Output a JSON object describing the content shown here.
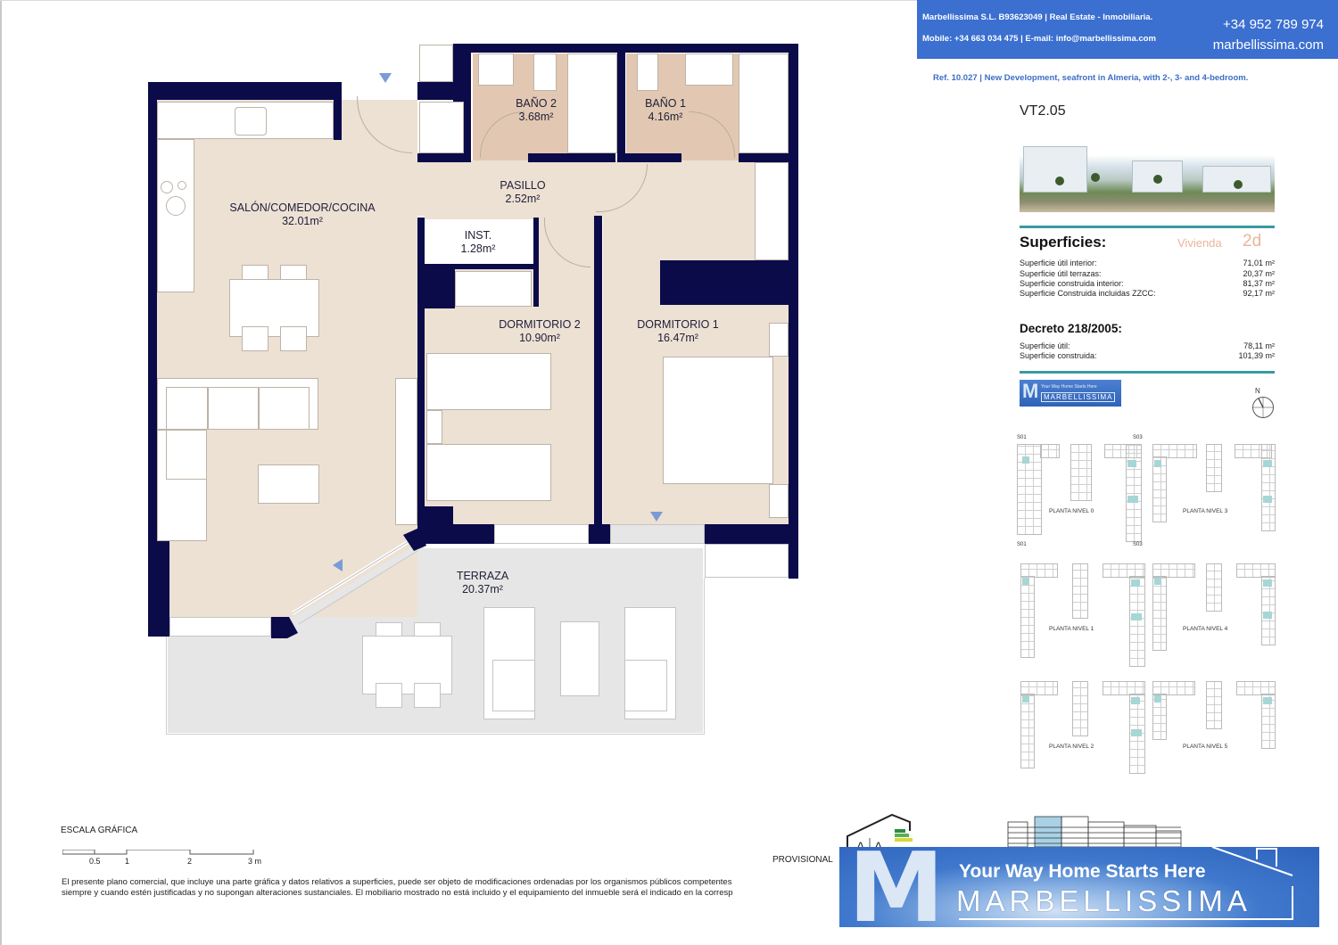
{
  "header": {
    "company_line": "Marbellissima S.L. B93623049 | Real Estate - Inmobiliaria.",
    "contact_line": "Mobile: +34 663 034 475 | E-mail: info@marbellissima.com",
    "phone": "+34 952 789 974",
    "website": "marbellissima.com",
    "reference": "Ref. 10.027 | New Development, seafront in Almeria, with 2-, 3- and 4-bedroom.",
    "colors": {
      "brand_blue": "#3b6fd0",
      "teal_rule": "#3a9aa0",
      "wall": "#0b0b4a",
      "floor": "#ede1d4",
      "accent_peach": "#e8b69a"
    }
  },
  "unit": {
    "code": "VT2.05"
  },
  "surfaces": {
    "title": "Superficies:",
    "dwelling_label": "Vivienda",
    "dwelling_type": "2d",
    "rows": [
      {
        "label": "Superficie útil interior:",
        "value": "71,01 m²"
      },
      {
        "label": "Superficie útil terrazas:",
        "value": "20,37 m²"
      },
      {
        "label": "Superficie construida interior:",
        "value": "81,37 m²"
      },
      {
        "label": "Superficie Construida incluidas ZZCC:",
        "value": "92,17 m²"
      }
    ]
  },
  "decree": {
    "title": "Decreto 218/2005:",
    "rows": [
      {
        "label": "Superficie útil:",
        "value": "78,11 m²"
      },
      {
        "label": "Superficie construida:",
        "value": "101,39 m²"
      }
    ]
  },
  "small_logo": {
    "letter": "M",
    "tagline": "Your Way Home Starts Here",
    "brand": "MARBELLISSIMA"
  },
  "compass": {
    "north_label": "N"
  },
  "key_plans": {
    "tags": [
      "S01",
      "S03",
      "S01",
      "S03"
    ],
    "levels": [
      "PLANTA NIVEL 0",
      "PLANTA NIVEL 3",
      "PLANTA NIVEL 1",
      "PLANTA NIVEL 4",
      "PLANTA NIVEL 2",
      "PLANTA NIVEL 5"
    ]
  },
  "floor_plan": {
    "rooms": [
      {
        "name": "SALÓN/COMEDOR/COCINA",
        "area": "32.01m²"
      },
      {
        "name": "PASILLO",
        "area": "2.52m²"
      },
      {
        "name": "BAÑO 2",
        "area": "3.68m²"
      },
      {
        "name": "BAÑO 1",
        "area": "4.16m²"
      },
      {
        "name": "INST.",
        "area": "1.28m²"
      },
      {
        "name": "DORMITORIO 2",
        "area": "10.90m²"
      },
      {
        "name": "DORMITORIO 1",
        "area": "16.47m²"
      },
      {
        "name": "TERRAZA",
        "area": "20.37m²"
      }
    ]
  },
  "scale": {
    "title": "ESCALA GRÁFICA",
    "ticks": [
      "0.5",
      "1",
      "2",
      "3 m"
    ]
  },
  "footer": {
    "disclaimer_line1": "El presente plano comercial, que incluye una parte gráfica y datos relativos a superficies, puede ser objeto de modificaciones ordenadas por los organismos públicos competentes",
    "disclaimer_line2": "siempre y cuando estén justificadas y no supongan alteraciones sustanciales. El mobiliario mostrado no está incluido y el equipamiento del inmueble será el indicado en la corresp",
    "provisional": "PROVISIONAL"
  },
  "brand_banner": {
    "letter": "M",
    "tagline": "Your Way Home Starts Here",
    "brand": "MARBELLISSIMA"
  }
}
